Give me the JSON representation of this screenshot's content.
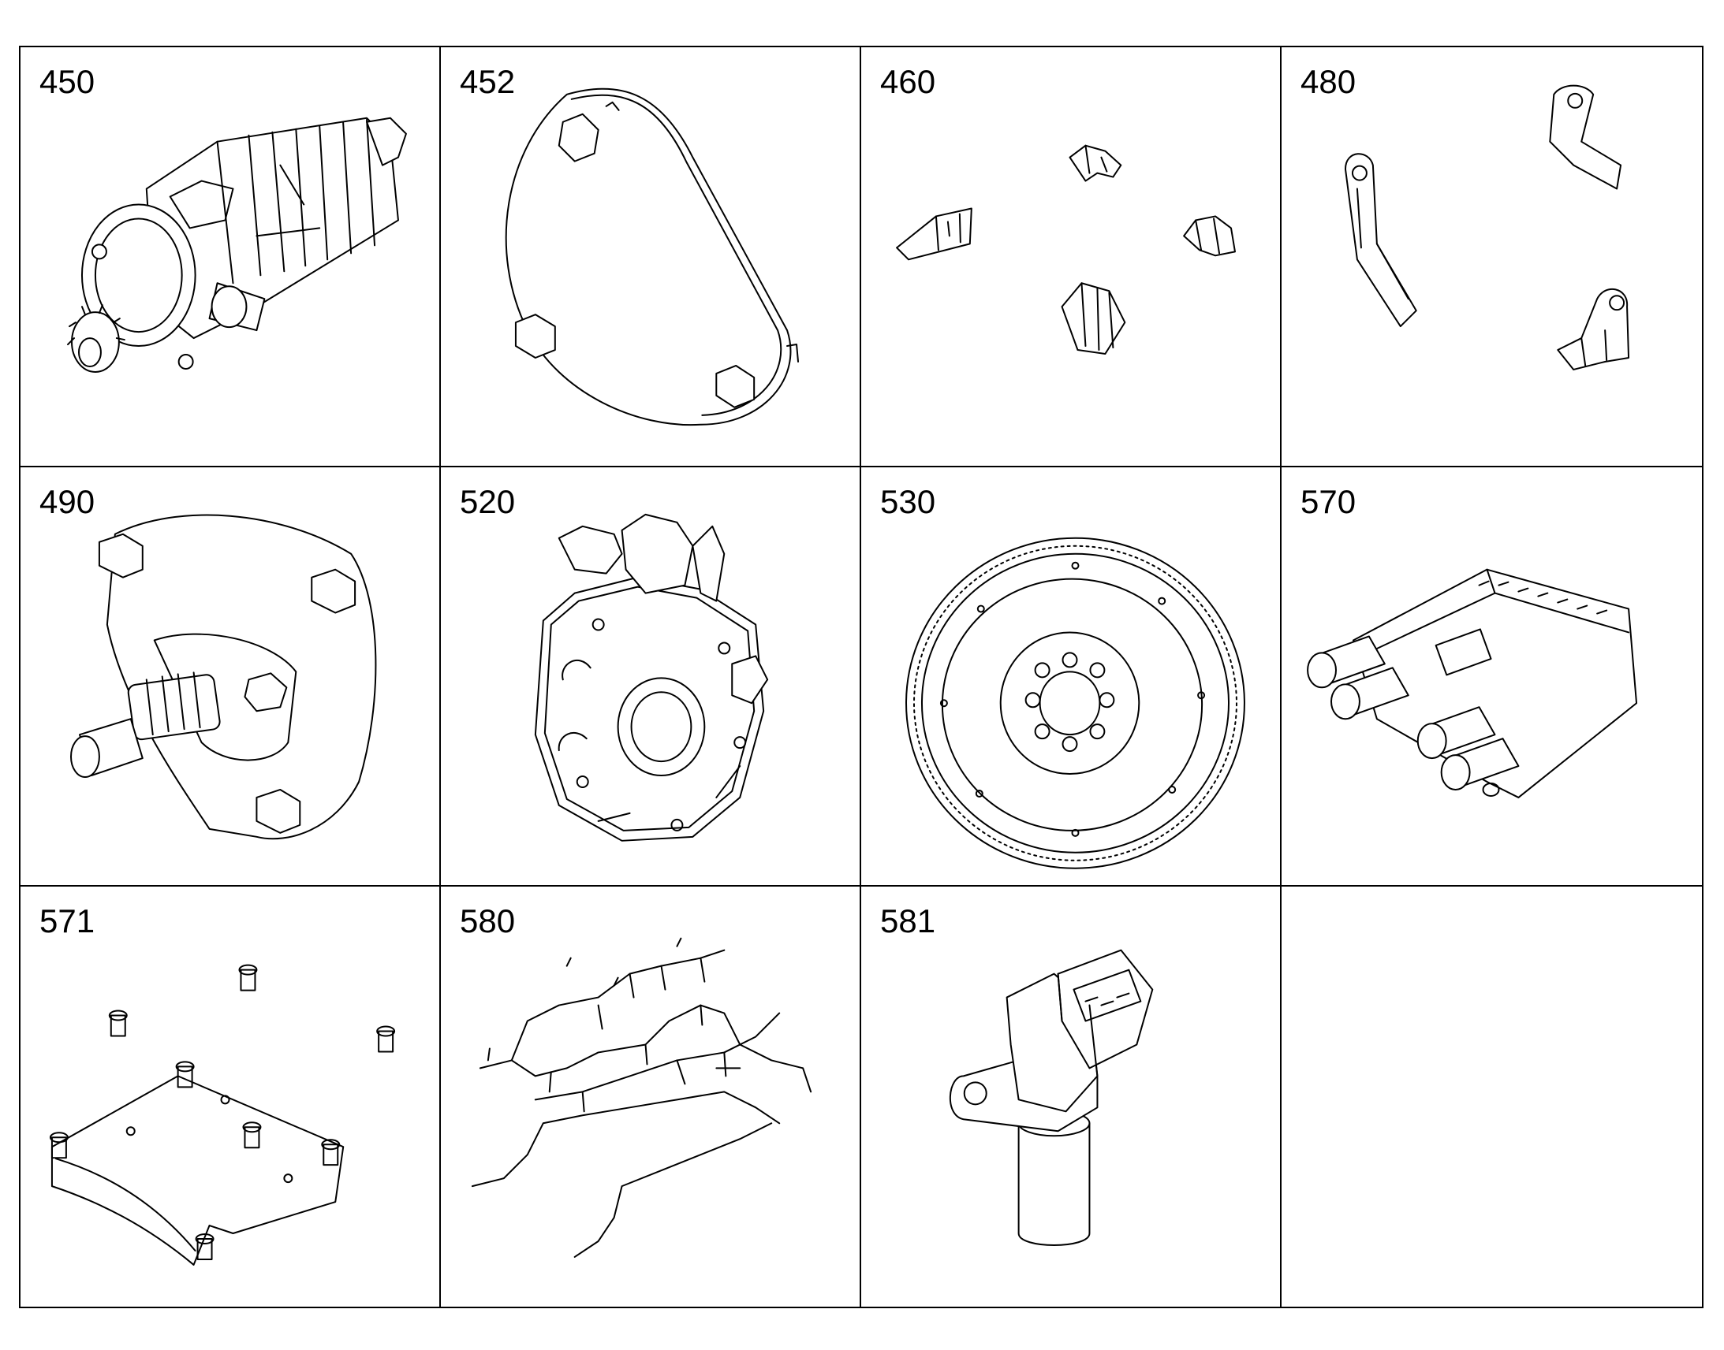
{
  "parts": [
    {
      "number": "450",
      "icon": "starter-motor-icon"
    },
    {
      "number": "452",
      "icon": "cover-plate-icon"
    },
    {
      "number": "460",
      "icon": "brackets-set-icon"
    },
    {
      "number": "480",
      "icon": "lifting-eyes-icon"
    },
    {
      "number": "490",
      "icon": "pump-drive-icon"
    },
    {
      "number": "520",
      "icon": "flywheel-housing-icon"
    },
    {
      "number": "530",
      "icon": "flywheel-icon"
    },
    {
      "number": "570",
      "icon": "control-unit-icon"
    },
    {
      "number": "571",
      "icon": "mounting-plate-icon"
    },
    {
      "number": "580",
      "icon": "wiring-harness-icon"
    },
    {
      "number": "581",
      "icon": "speed-sensor-icon"
    },
    {
      "number": "",
      "icon": ""
    }
  ]
}
